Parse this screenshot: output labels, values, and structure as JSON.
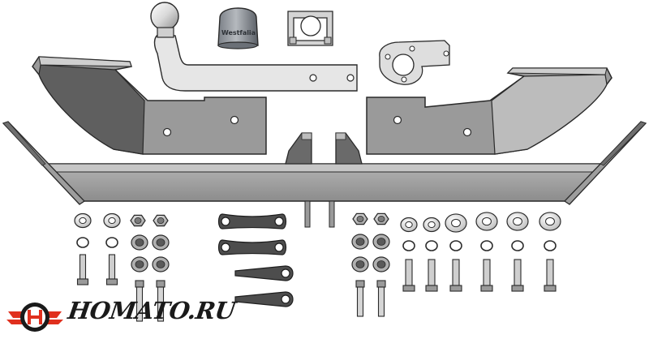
{
  "brand": {
    "name": "HOMATO.RU",
    "logo_colors": {
      "red": "#e0301e",
      "dark": "#1a1a1a"
    }
  },
  "tow_ball_cap": {
    "label": "Westfalia"
  },
  "colors": {
    "metal_light": "#dcdcdc",
    "metal_mid": "#9a9a9a",
    "metal_dark": "#5f5f5f",
    "outline": "#2a2a2a",
    "background": "#ffffff"
  },
  "parts": [
    "tow-ball-neck",
    "ball-cap",
    "socket-bracket",
    "socket-plate",
    "left-side-bracket",
    "right-side-bracket",
    "crossbar",
    "center-mount-left",
    "center-mount-right",
    "washers",
    "spring-washers",
    "nuts",
    "bolts",
    "plates",
    "tongue-plates"
  ]
}
